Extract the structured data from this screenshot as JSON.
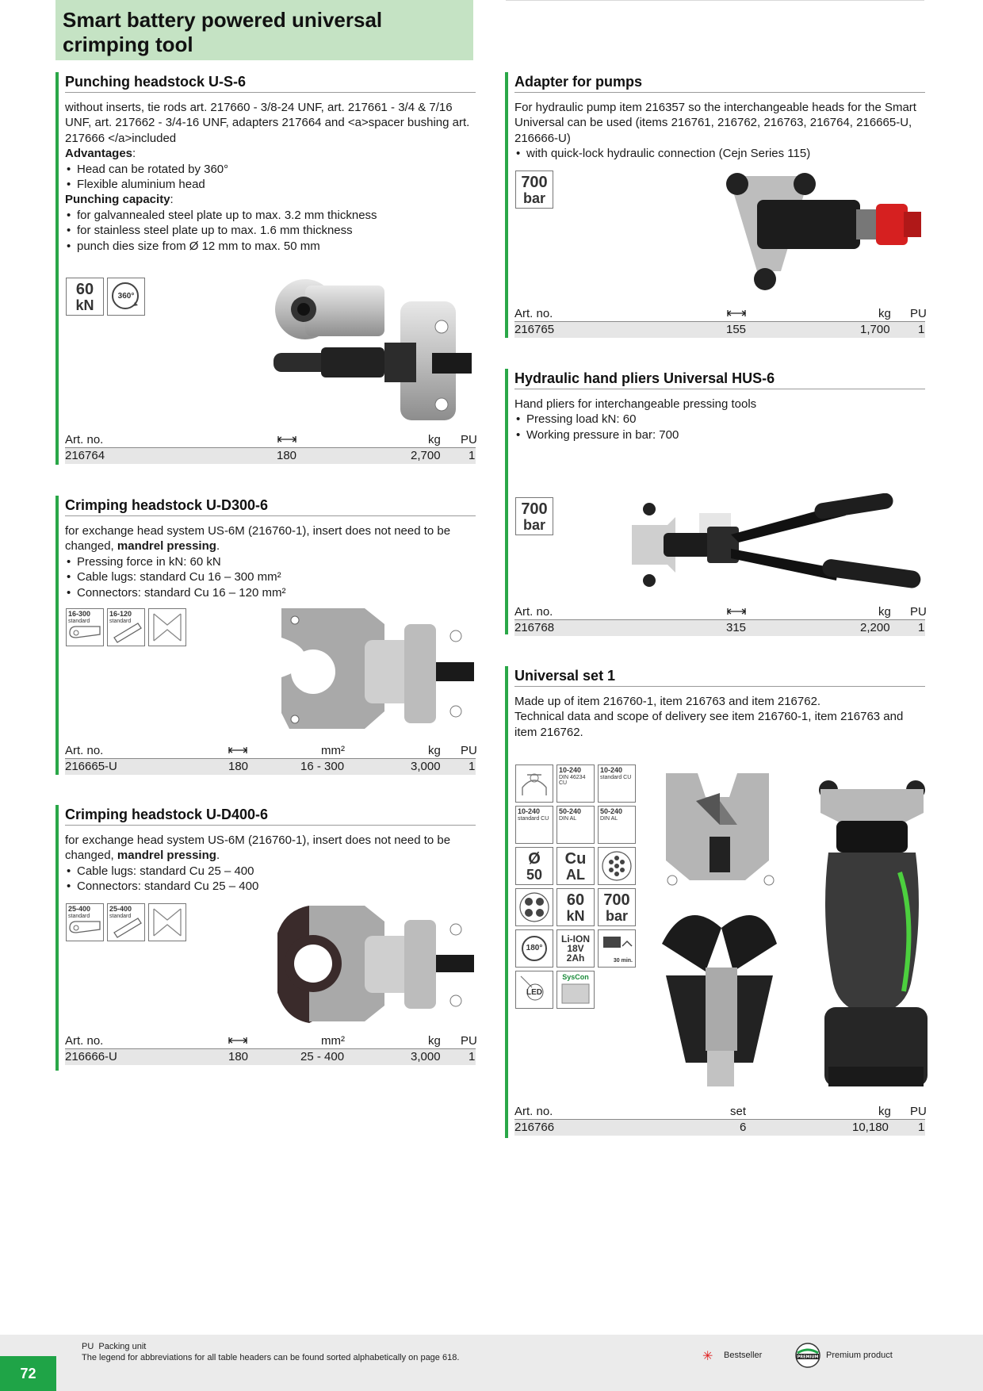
{
  "page": {
    "title": "Smart battery powered universal crimping tool",
    "page_number": "72"
  },
  "table_common": {
    "art_no": "Art. no.",
    "kg": "kg",
    "pu": "PU",
    "mm2": "mm²",
    "set": "set"
  },
  "punching": {
    "title": "Punching headstock U-S-6",
    "desc": "without inserts, tie rods art. 217660 - 3/8-24 UNF, art. 217661 - 3/4 & 7/16 UNF, art. 217662 - 3/4-16 UNF, adapters 217664 and <a>spacer bushing art. 217666 </a>included",
    "adv_label": "Advantages",
    "adv_items": [
      "Head can be rotated by 360°",
      "Flexible aluminium head"
    ],
    "cap_label": "Punching capacity",
    "cap_items": [
      "for galvannealed steel plate up to max. 3.2 mm thickness",
      "for stainless steel plate up to max. 1.6 mm thickness",
      "punch dies size from Ø 12 mm to max. 50 mm"
    ],
    "badge_kn": [
      "60",
      "kN"
    ],
    "badge_rot": "360°",
    "row": {
      "art": "216764",
      "dim": "180",
      "kg": "2,700",
      "pu": "1"
    }
  },
  "adapter": {
    "title": "Adapter for pumps",
    "desc": "For hydraulic pump item 216357 so the interchangeable heads for the Smart Universal can be used (items 216761, 216762, 216763, 216764, 216665-U, 216666-U)",
    "items": [
      "with quick-lock hydraulic connection (Cejn Series 115)"
    ],
    "badge": [
      "700",
      "bar"
    ],
    "row": {
      "art": "216765",
      "dim": "155",
      "kg": "1,700",
      "pu": "1"
    }
  },
  "hus6": {
    "title": "Hydraulic hand pliers Universal HUS-6",
    "desc": "Hand pliers for interchangeable pressing tools",
    "items": [
      "Pressing load kN: 60",
      "Working pressure in bar: 700"
    ],
    "badge": [
      "700",
      "bar"
    ],
    "row": {
      "art": "216768",
      "dim": "315",
      "kg": "2,200",
      "pu": "1"
    }
  },
  "d300": {
    "title": "Crimping headstock U-D300-6",
    "desc_pre": "for exchange head system US-6M (216760-1), insert does not need to be changed, ",
    "desc_bold": "mandrel pressing",
    "desc_post": ".",
    "items": [
      "Pressing force in kN: 60 kN",
      "Cable lugs: standard Cu 16 – 300 mm²",
      "Connectors: standard Cu 16 – 120 mm²"
    ],
    "badges": [
      [
        "16-300",
        "standard"
      ],
      [
        "16-120",
        "standard"
      ]
    ],
    "row": {
      "art": "216665-U",
      "dim": "180",
      "mm2": "16 - 300",
      "kg": "3,000",
      "pu": "1"
    }
  },
  "d400": {
    "title": "Crimping headstock U-D400-6",
    "desc_pre": "for exchange head system US-6M (216760-1), insert does not need to be changed, ",
    "desc_bold": "mandrel pressing",
    "desc_post": ".",
    "items": [
      "Cable lugs: standard Cu 25 – 400",
      "Connectors: standard Cu 25 – 400"
    ],
    "badges": [
      [
        "25-400",
        "standard"
      ],
      [
        "25-400",
        "standard"
      ]
    ],
    "row": {
      "art": "216666-U",
      "dim": "180",
      "mm2": "25 - 400",
      "kg": "3,000",
      "pu": "1"
    }
  },
  "set1": {
    "title": "Universal set 1",
    "desc1": "Made up of item 216760-1, item 216763 and item 216762.",
    "desc2": "Technical data and scope of delivery see item  216760-1, item 216763 and item 216762.",
    "badges": {
      "r1": [
        "",
        "10-240",
        "10-240"
      ],
      "r1sub": [
        "",
        "DIN 46234 CU",
        "standard CU"
      ],
      "r2": [
        "10-240",
        "50-240",
        "50-240"
      ],
      "r2sub": [
        "standard CU",
        "DIN AL",
        "DIN AL"
      ],
      "r3": [
        [
          "Ø",
          "50"
        ],
        [
          "Cu",
          "AL"
        ]
      ],
      "r4": [
        [
          "60",
          "kN"
        ],
        [
          "700",
          "bar"
        ]
      ],
      "r5": [
        [
          "180°"
        ],
        [
          "Li-ION",
          "18V",
          "2Ah"
        ],
        [
          "30 min."
        ]
      ],
      "r6": [
        "LED",
        "SysCon"
      ]
    },
    "row": {
      "art": "216766",
      "set": "6",
      "kg": "10,180",
      "pu": "1"
    }
  },
  "footer": {
    "pu_abbr": "PU",
    "pu_text": "Packing unit",
    "legend": "The legend for abbreviations for all table headers can be found sorted alphabetically on page 618.",
    "bestseller": "Bestseller",
    "premium": "Premium product",
    "premium_badge": "PREMIUM"
  },
  "colors": {
    "accent_green": "#2aa748",
    "title_bg": "#c5e3c4",
    "page_num_bg": "#1fa447",
    "bestseller": "#e01e1e"
  },
  "icons": [
    "dimension-arrows-icon",
    "rotate-360-icon",
    "cable-lug-icon",
    "connector-icon",
    "mandrel-insert-icon",
    "led-icon",
    "bestseller-star-icon",
    "premium-badge-icon"
  ]
}
